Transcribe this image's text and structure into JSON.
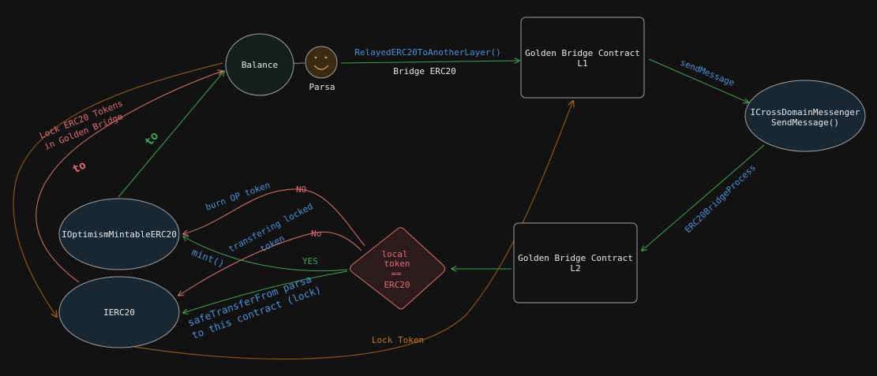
{
  "colors": {
    "background": "#121212",
    "node_stroke": "#a0a0a0",
    "node_fill_dark_green": "#13201a",
    "node_fill_dark_blue": "#172733",
    "diamond_fill": "#2d1a1c",
    "diamond_stroke": "#d9736a",
    "blue": "#4a90d9",
    "green": "#3fa34d",
    "red": "#e06c75",
    "orange": "#c8741a",
    "smiley": "#3a2a12"
  },
  "nodes": {
    "balance": "Balance",
    "parsa": "Parsa",
    "bridge_l1_line1": "Golden Bridge Contract",
    "bridge_l1_line2": "L1",
    "messenger_line1": "ICrossDomainMessenger",
    "messenger_line2": "SendMessage()",
    "bridge_l2_line1": "Golden Bridge Contract",
    "bridge_l2_line2": "L2",
    "optimism": "IOptimismMintableERC20",
    "ierc20": "IERC20",
    "diamond_line1": "local",
    "diamond_line2": "token",
    "diamond_line3": "==",
    "diamond_line4": "ERC20"
  },
  "edges": {
    "relayed": "RelayedERC20ToAnotherLayer()",
    "bridge_erc20": "Bridge ERC20",
    "send_message": "sendMessage",
    "bridge_process": "ERC20BridgeProcess",
    "lock_line1": "Lock ERC20 Tokens",
    "lock_line2": "in Golden Bridge",
    "to_red": "to",
    "to_green": "to",
    "burn_op": "burn OP token",
    "no_upper": "NO",
    "transfer_line1": "transfering locked",
    "transfer_line2": "token",
    "no_lower": "No",
    "mint": "mint()",
    "yes": "YES",
    "safe_line1": "safeTransferFrom parsa",
    "safe_line2": "to this contract (lock)",
    "lock_token": "Lock Token"
  }
}
